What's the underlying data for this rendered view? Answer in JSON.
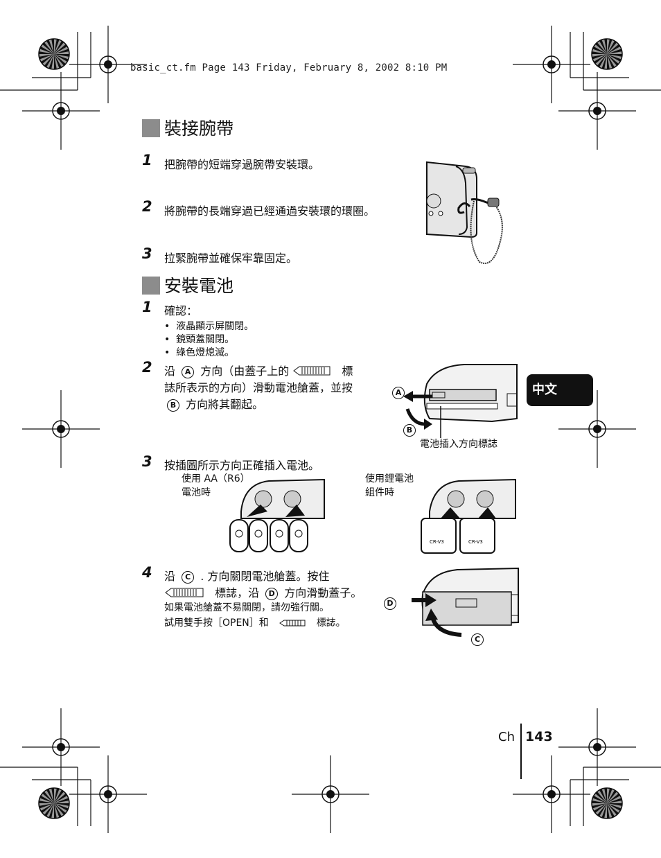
{
  "header": {
    "line": "basic_ct.fm  Page 143  Friday, February 8, 2002  8:10 PM"
  },
  "section1": {
    "title": "裝接腕帶",
    "steps": [
      {
        "num": "1",
        "text": "把腕帶的短端穿過腕帶安裝環。"
      },
      {
        "num": "2",
        "text": "將腕帶的長端穿過已經通過安裝環的環圈。"
      },
      {
        "num": "3",
        "text": "拉緊腕帶並確保牢靠固定。"
      }
    ]
  },
  "section2": {
    "title": "安裝電池",
    "step1": {
      "num": "1",
      "text": "確認：",
      "bullets": [
        "液晶顯示屏關閉。",
        "鏡頭蓋關閉。",
        "綠色燈熄滅。"
      ]
    },
    "step2": {
      "num": "2",
      "line1_a": "沿",
      "circle_a": "A",
      "line1_b": "方向（由蓋子上的",
      "line1_c": "標",
      "line2": "誌所表示的方向）滑動電池艙蓋，並按",
      "circle_b": "B",
      "line3": "方向將其翻起。"
    },
    "step3": {
      "num": "3",
      "text": "按插圖所示方向正確插入電池。"
    },
    "step4": {
      "num": "4",
      "line1_a": "沿",
      "circle_c": "C",
      "line1_b": ". 方向關閉電池艙蓋。按住",
      "line2_a": "標誌，沿",
      "circle_d": "D",
      "line2_b": "方向滑動蓋子。",
      "note1": "如果電池艙蓋不易關閉，請勿強行關。",
      "note2_a": "試用雙手按［OPEN］和",
      "note2_b": "標誌。"
    }
  },
  "figures": {
    "label_a": "A",
    "label_b": "B",
    "label_c": "C",
    "label_d": "D",
    "battery_mark_caption": "電池插入方向標誌",
    "aa_caption_1": "使用 AA（R6）",
    "aa_caption_2": "電池時",
    "li_caption_1": "使用鋰電池",
    "li_caption_2": "組件時",
    "cr_label": "CR-V3"
  },
  "side_tab": {
    "label": "中文"
  },
  "footer": {
    "lang": "Ch",
    "page": "143"
  }
}
